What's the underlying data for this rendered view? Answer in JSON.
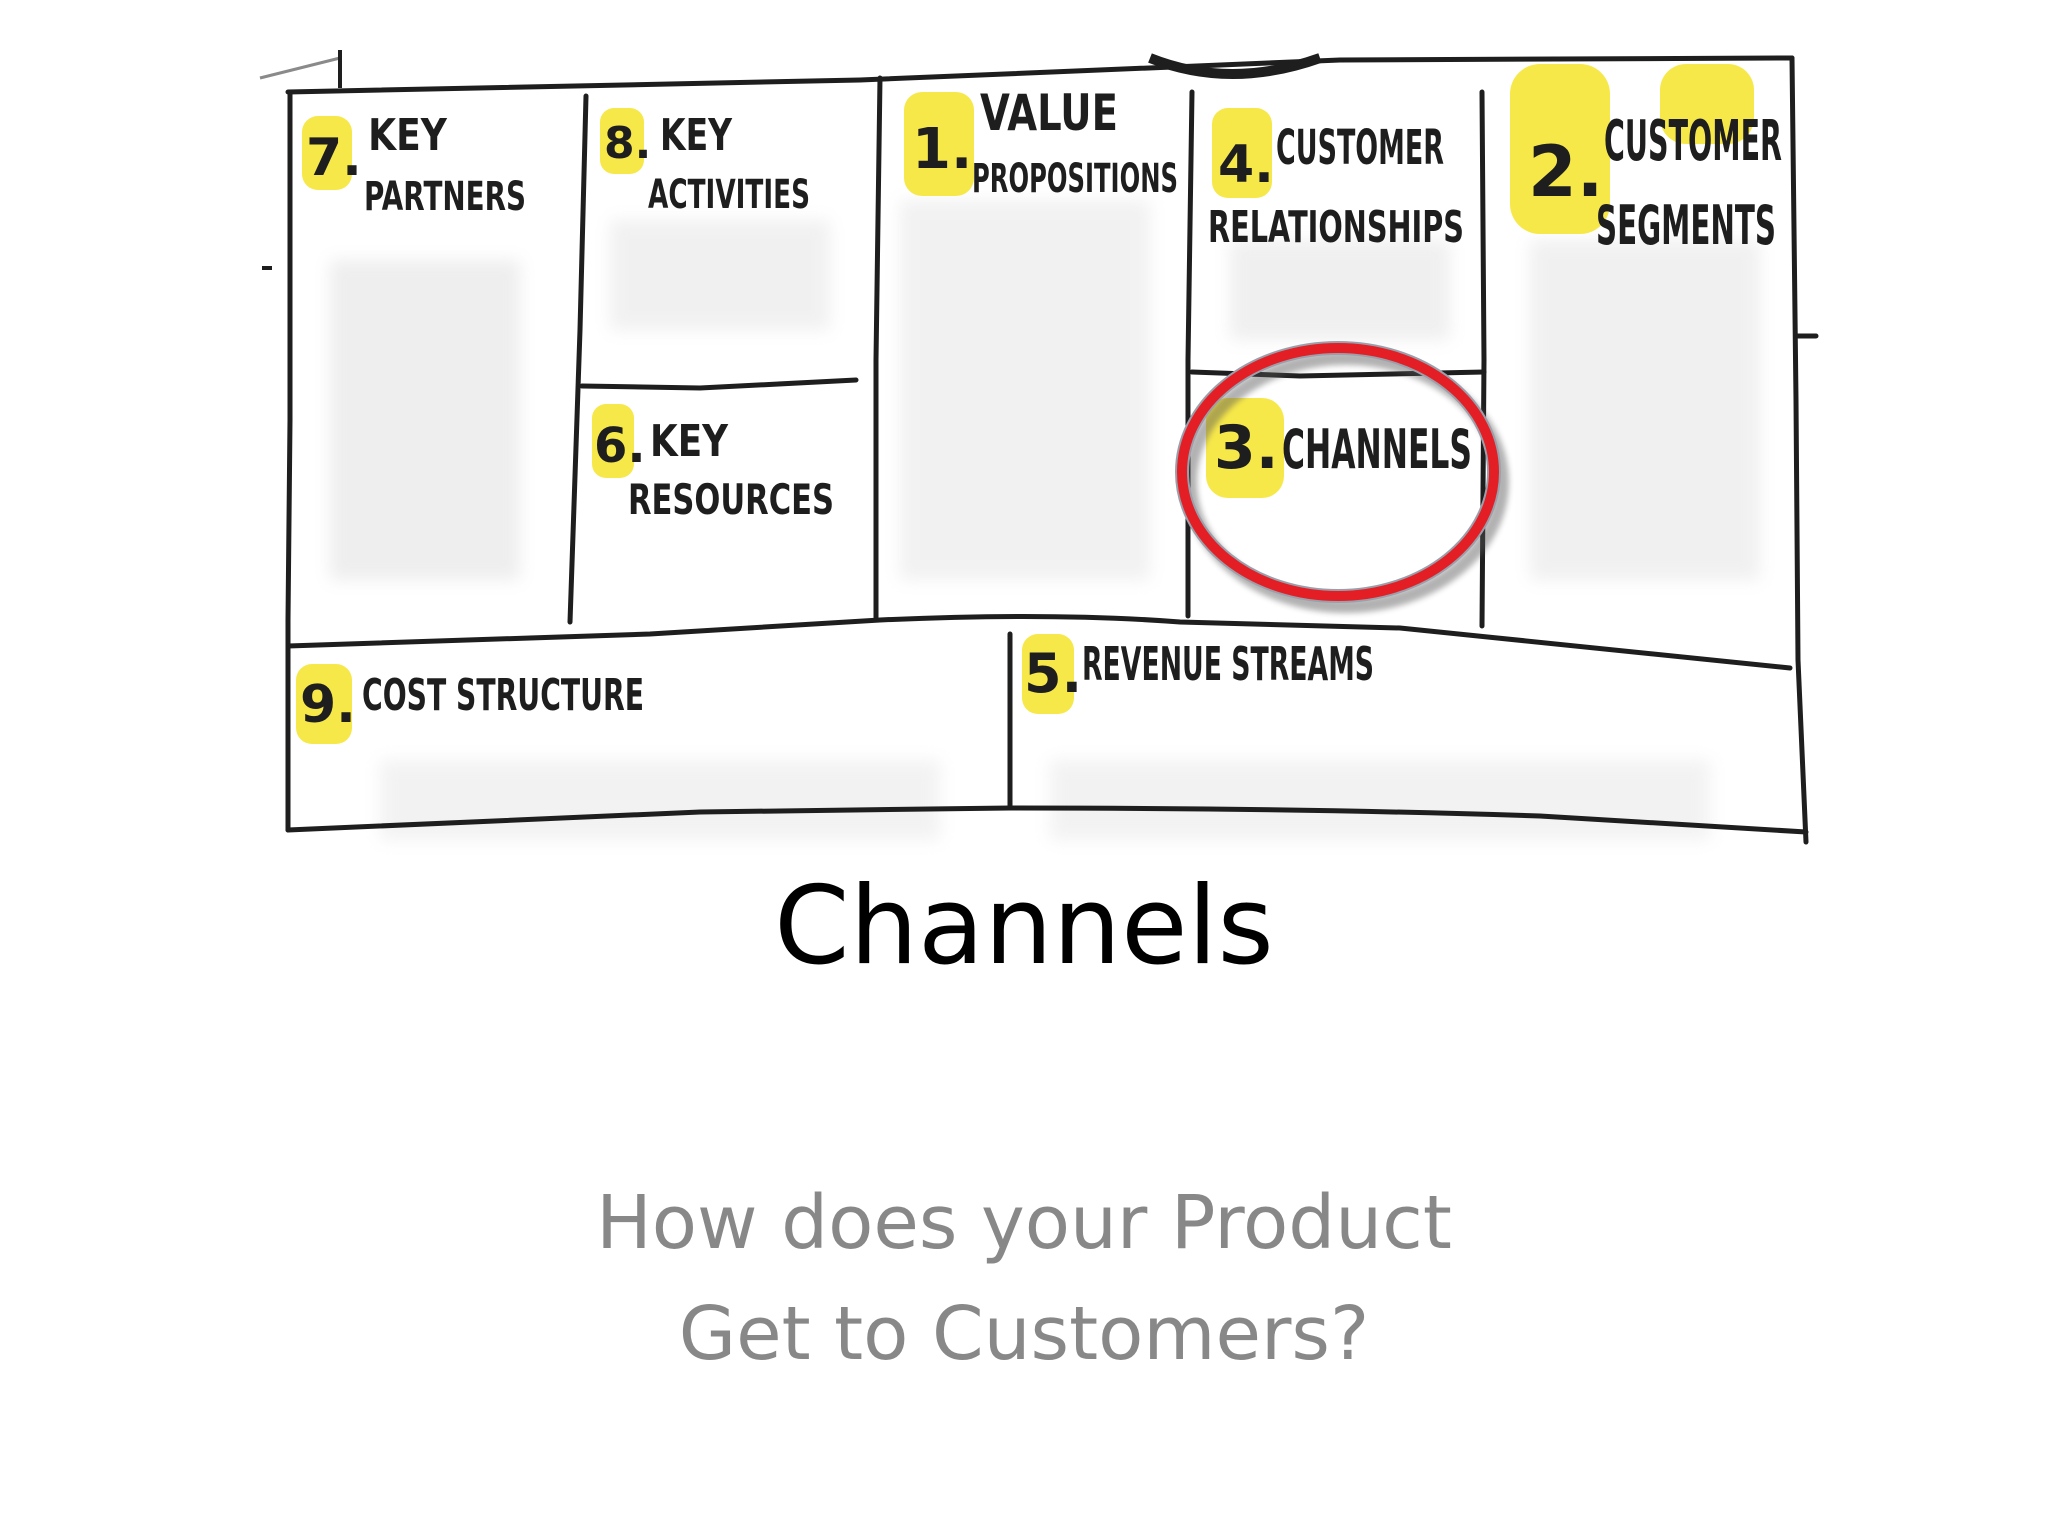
{
  "canvas": {
    "blocks": [
      {
        "id": "key-partners",
        "number": "7.",
        "lines": [
          "KEY",
          "PARTNERS"
        ]
      },
      {
        "id": "key-activities",
        "number": "8.",
        "lines": [
          "KEY",
          "ACTIVITIES"
        ]
      },
      {
        "id": "key-resources",
        "number": "6.",
        "lines": [
          "KEY",
          "RESOURCES"
        ]
      },
      {
        "id": "value-propositions",
        "number": "1.",
        "lines": [
          "VALUE",
          "PROPOSITIONS"
        ]
      },
      {
        "id": "customer-relationships",
        "number": "4.",
        "lines": [
          "CUSTOMER",
          "RELATIONSHIPS"
        ]
      },
      {
        "id": "channels",
        "number": "3.",
        "lines": [
          "CHANNELS"
        ]
      },
      {
        "id": "customer-segments",
        "number": "2.",
        "lines": [
          "CUSTOMER",
          "SEGMENTS"
        ]
      },
      {
        "id": "cost-structure",
        "number": "9.",
        "lines": [
          "COST STRUCTURE"
        ]
      },
      {
        "id": "revenue-streams",
        "number": "5.",
        "lines": [
          "REVENUE STREAMS"
        ]
      }
    ],
    "highlighted_block": "channels",
    "colors": {
      "sticky_note": "#f7e84a",
      "highlight_ring": "#e31e24",
      "ink": "#1e1e1e"
    }
  },
  "title": "Channels",
  "subtitle": [
    "How does your Product",
    "Get to Customers?"
  ]
}
